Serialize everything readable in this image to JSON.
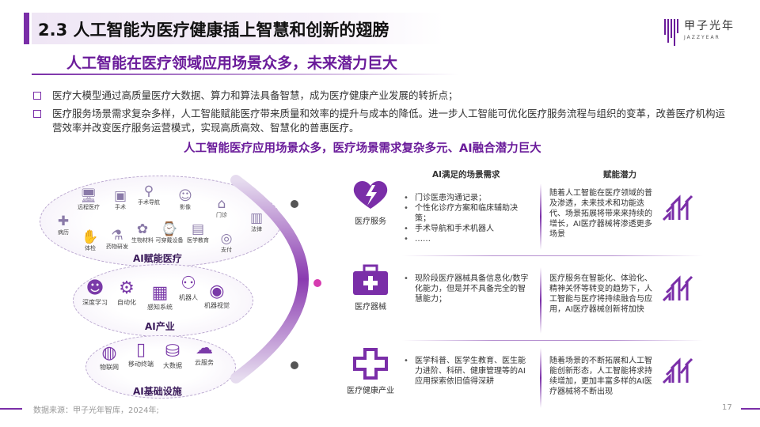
{
  "header": {
    "title": "2.3 人工智能为医疗健康插上智慧和创新的翅膀",
    "subtitle": "人工智能在医疗领域应用场景众多，未来潜力巨大",
    "logo": {
      "cn": "甲子光年",
      "en": "JAZZYEAR"
    }
  },
  "bullets": [
    "医疗大模型通过高质量医疗大数据、算力和算法具备智慧，成为医疗健康产业发展的转折点；",
    "医疗服务场景需求复杂多样，人工智能赋能医疗带来质量和效率的提升与成本的降低。进一步人工智能可优化医疗服务流程与组织的变革，改善医疗机构运营效率并改变医疗服务运营模式，实现高质高效、智慧化的普惠医疗。"
  ],
  "section_heading": "人工智能医疗应用场景众多，医疗场景需求复杂多元、AI融合潜力巨大",
  "layers": {
    "empowerment": {
      "label": "AI赋能医疗",
      "items": [
        {
          "label": "远程医疗",
          "icon": "remote-medicine-icon",
          "glyph": "🖥"
        },
        {
          "label": "手术",
          "icon": "surgery-icon",
          "glyph": "▣"
        },
        {
          "label": "手术导航",
          "icon": "surgery-navigation-icon",
          "glyph": "⚲"
        },
        {
          "label": "影像",
          "icon": "imaging-icon",
          "glyph": "☺"
        },
        {
          "label": "门诊",
          "icon": "outpatient-icon",
          "glyph": "⌂"
        },
        {
          "label": "病历",
          "icon": "medical-record-icon",
          "glyph": "✚"
        },
        {
          "label": "体检",
          "icon": "checkup-icon",
          "glyph": "✋"
        },
        {
          "label": "药物研发",
          "icon": "drug-research-icon",
          "glyph": "⚗"
        },
        {
          "label": "生物材料",
          "icon": "biomaterial-icon",
          "glyph": "✿"
        },
        {
          "label": "可穿戴设备",
          "icon": "wearable-icon",
          "glyph": "⌚"
        },
        {
          "label": "医学教育",
          "icon": "medical-education-icon",
          "glyph": "▤"
        },
        {
          "label": "支付",
          "icon": "payment-icon",
          "glyph": "◎"
        },
        {
          "label": "法律",
          "icon": "law-icon",
          "glyph": "▥"
        }
      ]
    },
    "industry": {
      "label": "AI产业",
      "items": [
        {
          "label": "深度学习",
          "icon": "deep-learning-icon",
          "glyph": "☻"
        },
        {
          "label": "自动化",
          "icon": "automation-icon",
          "glyph": "⚙"
        },
        {
          "label": "感知系统",
          "icon": "perception-system-icon",
          "glyph": "▦"
        },
        {
          "label": "机器人",
          "icon": "robot-icon",
          "glyph": "⚇"
        },
        {
          "label": "机器视觉",
          "icon": "machine-vision-icon",
          "glyph": "◉"
        }
      ]
    },
    "infrastructure": {
      "label": "AI基础设施",
      "items": [
        {
          "label": "物联网",
          "icon": "iot-icon",
          "glyph": "◍"
        },
        {
          "label": "移动终端",
          "icon": "mobile-terminal-icon",
          "glyph": "▯"
        },
        {
          "label": "大数据",
          "icon": "big-data-icon",
          "glyph": "⛁"
        },
        {
          "label": "云服务",
          "icon": "cloud-service-icon",
          "glyph": "☁"
        }
      ]
    }
  },
  "table": {
    "col_needs": "AI满足的场景需求",
    "col_potential": "赋能潜力",
    "rows": [
      {
        "scenario": "医疗服务",
        "icon": "heart-pulse-icon",
        "needs": [
          "门诊医患沟通记录；",
          "个性化诊疗方案和临床辅助决策；",
          "手术导航和手术机器人",
          "……"
        ],
        "potential": "随着人工智能在医疗领域的普及渗透，未来技术和功能迭代、场景拓展将带来来持续的增长，AI医疗器械将渗透更多场景"
      },
      {
        "scenario": "医疗器械",
        "icon": "medical-kit-icon",
        "needs": [
          "现阶段医疗器械具备信息化/数字化能力，但是并不具备完全的智慧能力；"
        ],
        "potential": "医疗服务在智能化、体验化、精神关怀等转变的趋势下，人工智能与医疗将持续融合与应用，AI医疗器械创新将加快"
      },
      {
        "scenario": "医疗健康产业",
        "icon": "health-cross-icon",
        "needs": [
          "医学科普、医学生教育、医生能力进阶、科研、健康管理等的AI应用探索依旧值得深耕"
        ],
        "potential": "随着场景的不断拓展和人工智能创新形态，人工智能将求持续增加，更加丰富多样的AI医疗器械将不断出现"
      }
    ]
  },
  "footer": {
    "source": "数据来源：甲子光年智库，2024年;",
    "page": "17"
  },
  "colors": {
    "accent": "#7a2ea8",
    "heading": "#6a1b9a"
  }
}
